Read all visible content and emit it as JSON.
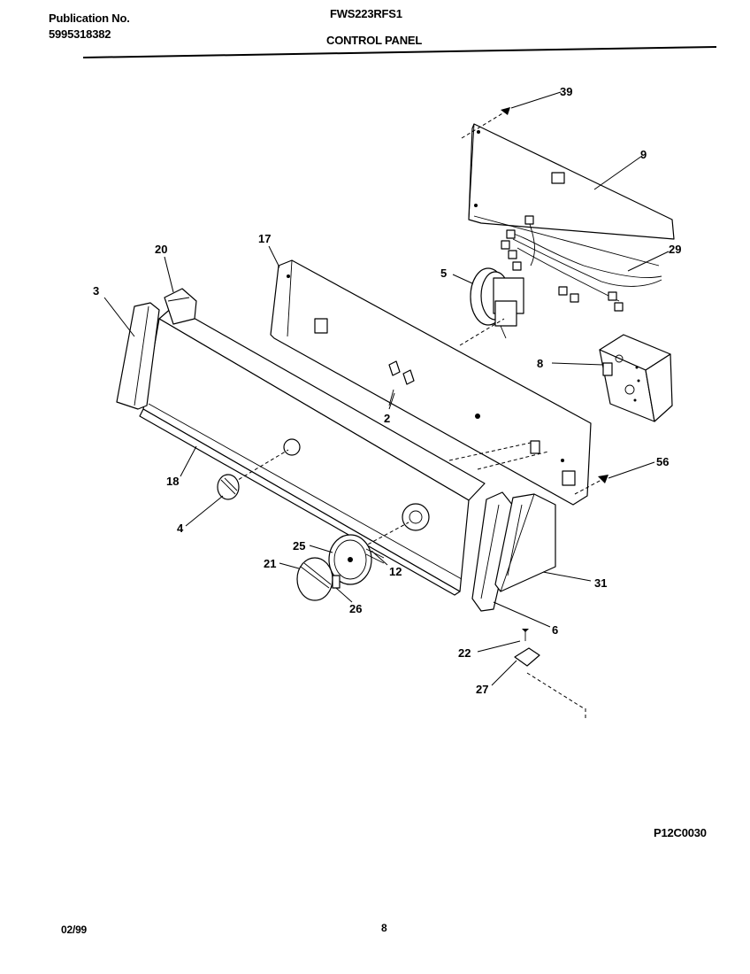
{
  "header": {
    "publication_label": "Publication No.",
    "publication_number": "5995318382",
    "model_number": "FWS223RFS1",
    "section_title": "CONTROL PANEL"
  },
  "callouts": [
    "39",
    "9",
    "29",
    "17",
    "20",
    "3",
    "5",
    "8",
    "2",
    "18",
    "56",
    "4",
    "25",
    "12",
    "21",
    "31",
    "26",
    "6",
    "22",
    "27"
  ],
  "footer": {
    "diagram_code": "P12C0030",
    "date_code": "02/99",
    "page_number": "8"
  }
}
